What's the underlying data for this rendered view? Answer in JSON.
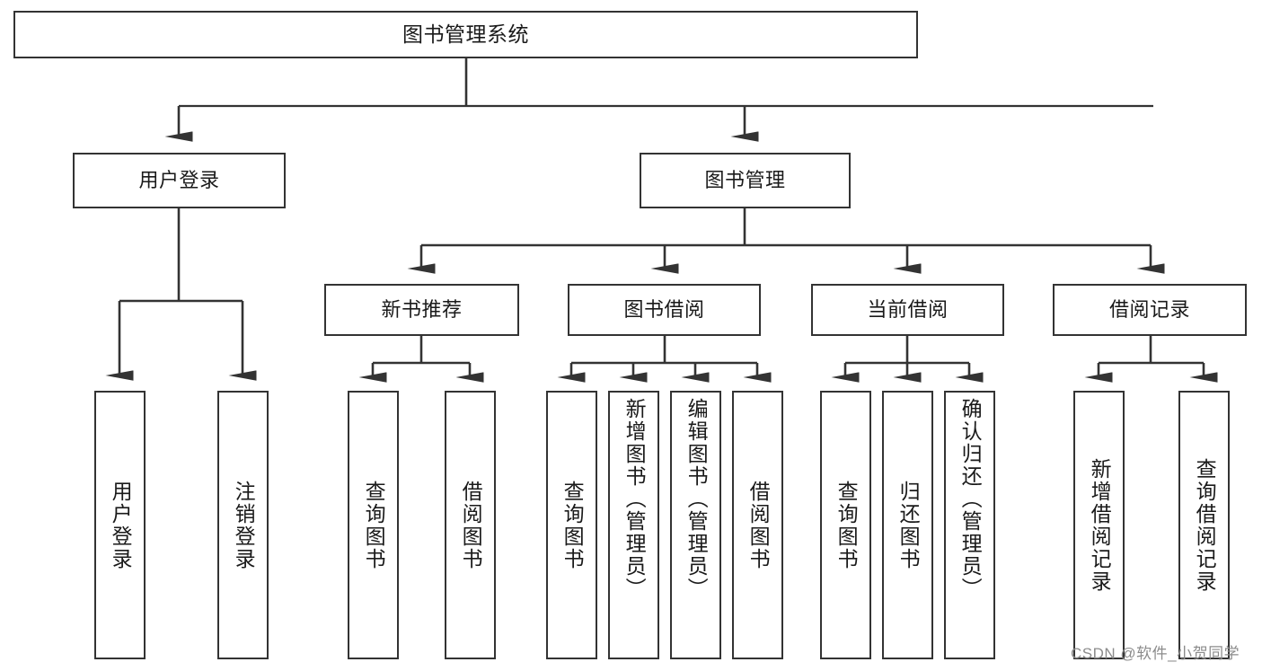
{
  "diagram": {
    "type": "tree",
    "title": "图书管理系统",
    "root": {
      "label": "图书管理系统"
    },
    "level1": [
      {
        "label": "用户登录"
      },
      {
        "label": "图书管理"
      }
    ],
    "level2": [
      {
        "label": "新书推荐"
      },
      {
        "label": "图书借阅"
      },
      {
        "label": "当前借阅"
      },
      {
        "label": "借阅记录"
      }
    ],
    "leaves_user_login": [
      {
        "label": "用户登录"
      },
      {
        "label": "注销登录"
      }
    ],
    "leaves_new_book": [
      {
        "label": "查询图书"
      },
      {
        "label": "借阅图书"
      }
    ],
    "leaves_borrow": [
      {
        "label": "查询图书"
      },
      {
        "label": "新增图书（管理员）"
      },
      {
        "label": "编辑图书（管理员）"
      },
      {
        "label": "借阅图书"
      }
    ],
    "leaves_current": [
      {
        "label": "查询图书"
      },
      {
        "label": "归还图书"
      },
      {
        "label": "确认归还（管理员）"
      }
    ],
    "leaves_record": [
      {
        "label": "新增借阅记录"
      },
      {
        "label": "查询借阅记录"
      }
    ]
  },
  "watermark": {
    "text": "CSDN @软件_小贺同学"
  },
  "colors": {
    "box_border": "#333333",
    "box_fill": "#ffffff",
    "line": "#333333",
    "text": "#1a1a1a",
    "watermark": "#8c8c8c"
  }
}
